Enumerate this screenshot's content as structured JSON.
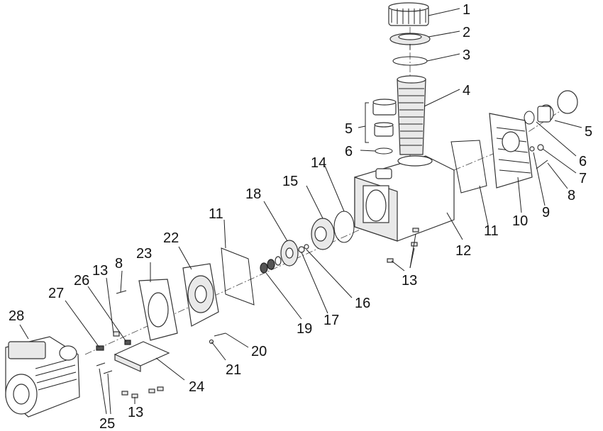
{
  "diagram": {
    "labels": [
      {
        "id": "l1",
        "text": "1"
      },
      {
        "id": "l2",
        "text": "2"
      },
      {
        "id": "l3",
        "text": "3"
      },
      {
        "id": "l4",
        "text": "4"
      },
      {
        "id": "l5a",
        "text": "5"
      },
      {
        "id": "l6a",
        "text": "6"
      },
      {
        "id": "l5b",
        "text": "5"
      },
      {
        "id": "l6b",
        "text": "6"
      },
      {
        "id": "l7",
        "text": "7"
      },
      {
        "id": "l8a",
        "text": "8"
      },
      {
        "id": "l9",
        "text": "9"
      },
      {
        "id": "l10",
        "text": "10"
      },
      {
        "id": "l11a",
        "text": "11"
      },
      {
        "id": "l12",
        "text": "12"
      },
      {
        "id": "l13a",
        "text": "13"
      },
      {
        "id": "l14",
        "text": "14"
      },
      {
        "id": "l15",
        "text": "15"
      },
      {
        "id": "l16",
        "text": "16"
      },
      {
        "id": "l17",
        "text": "17"
      },
      {
        "id": "l18",
        "text": "18"
      },
      {
        "id": "l19",
        "text": "19"
      },
      {
        "id": "l11b",
        "text": "11"
      },
      {
        "id": "l20",
        "text": "20"
      },
      {
        "id": "l21",
        "text": "21"
      },
      {
        "id": "l22",
        "text": "22"
      },
      {
        "id": "l23",
        "text": "23"
      },
      {
        "id": "l8b",
        "text": "8"
      },
      {
        "id": "l13b",
        "text": "13"
      },
      {
        "id": "l26",
        "text": "26"
      },
      {
        "id": "l27",
        "text": "27"
      },
      {
        "id": "l28",
        "text": "28"
      },
      {
        "id": "l24",
        "text": "24"
      },
      {
        "id": "l13c",
        "text": "13"
      },
      {
        "id": "l25",
        "text": "25"
      }
    ]
  }
}
